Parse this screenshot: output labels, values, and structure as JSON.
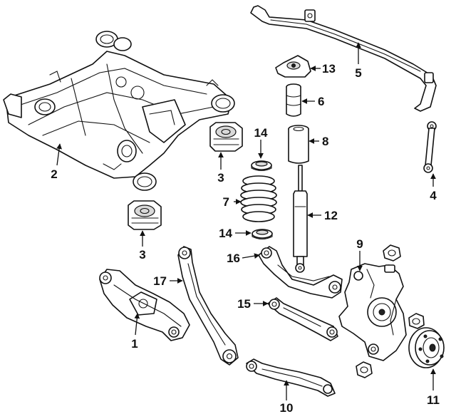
{
  "callouts": {
    "c1": "1",
    "c2": "2",
    "c3a": "3",
    "c3b": "3",
    "c4": "4",
    "c5": "5",
    "c6": "6",
    "c7": "7",
    "c8": "8",
    "c9": "9",
    "c10": "10",
    "c11": "11",
    "c12": "12",
    "c13": "13",
    "c14a": "14",
    "c14b": "14",
    "c15": "15",
    "c16": "16",
    "c17": "17"
  }
}
